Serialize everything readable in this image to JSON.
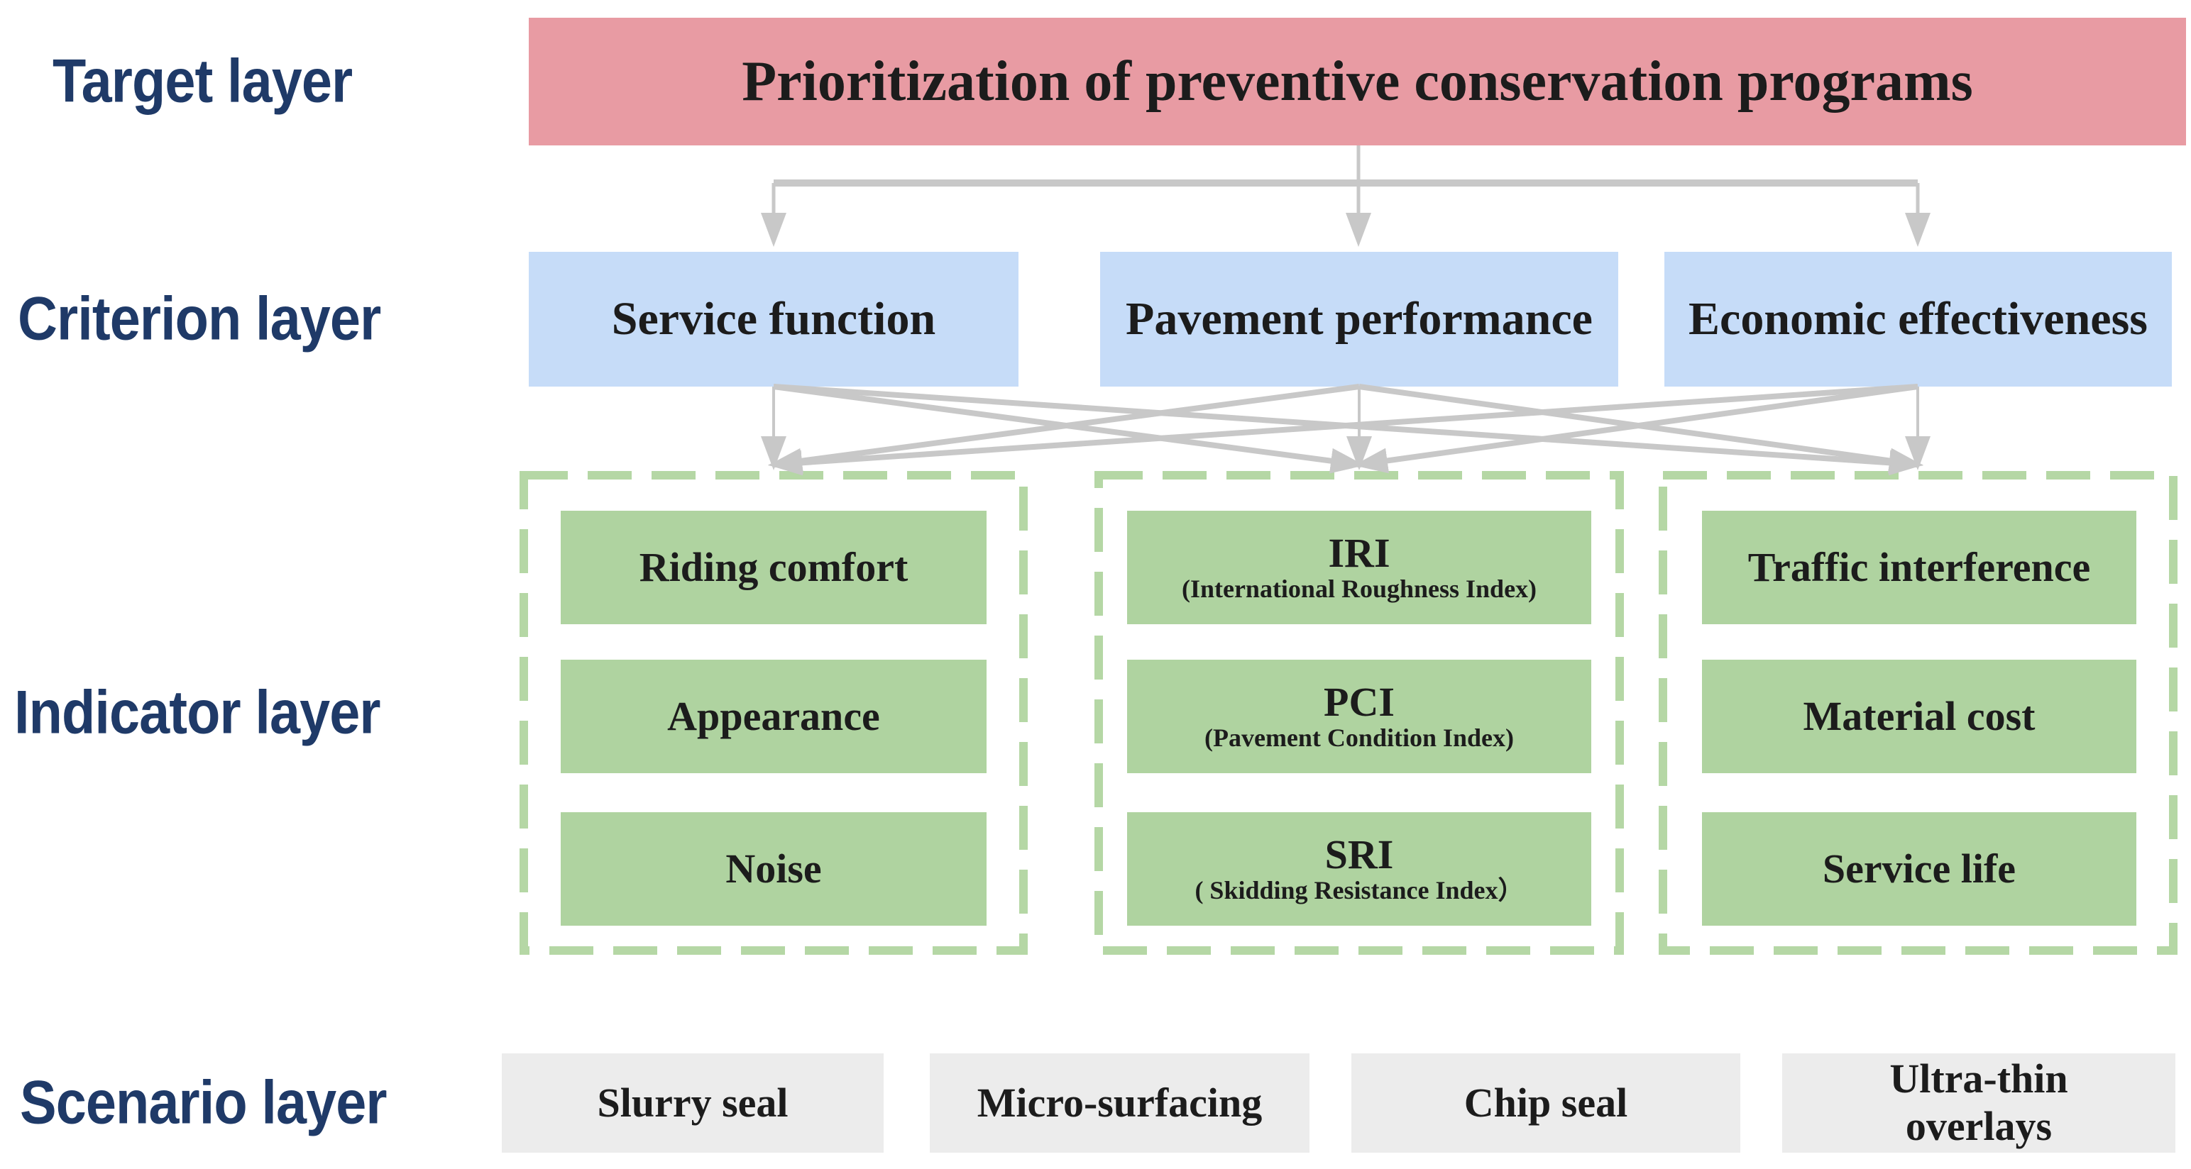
{
  "layer_labels": [
    {
      "label": "Target layer"
    },
    {
      "label": "Criterion layer"
    },
    {
      "label": "Indicator layer"
    },
    {
      "label": "Scenario layer"
    }
  ],
  "target": {
    "title": "Prioritization of preventive conservation programs"
  },
  "criteria": [
    {
      "label": "Service function"
    },
    {
      "label": "Pavement performance"
    },
    {
      "label": "Economic effectiveness"
    }
  ],
  "indicator_groups": [
    {
      "items": [
        {
          "main": "Riding comfort",
          "sub": ""
        },
        {
          "main": "Appearance",
          "sub": ""
        },
        {
          "main": "Noise",
          "sub": ""
        }
      ]
    },
    {
      "items": [
        {
          "main": "IRI",
          "sub": "(International Roughness Index)"
        },
        {
          "main": "PCI",
          "sub": "(Pavement Condition Index)"
        },
        {
          "main": "SRI",
          "sub": "( Skidding Resistance Index）"
        }
      ]
    },
    {
      "items": [
        {
          "main": "Traffic interference",
          "sub": ""
        },
        {
          "main": "Material cost",
          "sub": ""
        },
        {
          "main": "Service life",
          "sub": ""
        }
      ]
    }
  ],
  "scenarios": [
    {
      "label": "Slurry seal"
    },
    {
      "label": "Micro-surfacing"
    },
    {
      "label": "Chip seal"
    },
    {
      "label": "Ultra-thin overlays"
    }
  ],
  "colors": {
    "target_fill": "#e89ba3",
    "criterion_fill": "#c6dcf8",
    "indicator_fill": "#afd3a0",
    "group_border": "#b5d7a5",
    "scenario_fill": "#ececec",
    "label_text": "#1f3a68",
    "arrow": "#c8c8c8"
  }
}
